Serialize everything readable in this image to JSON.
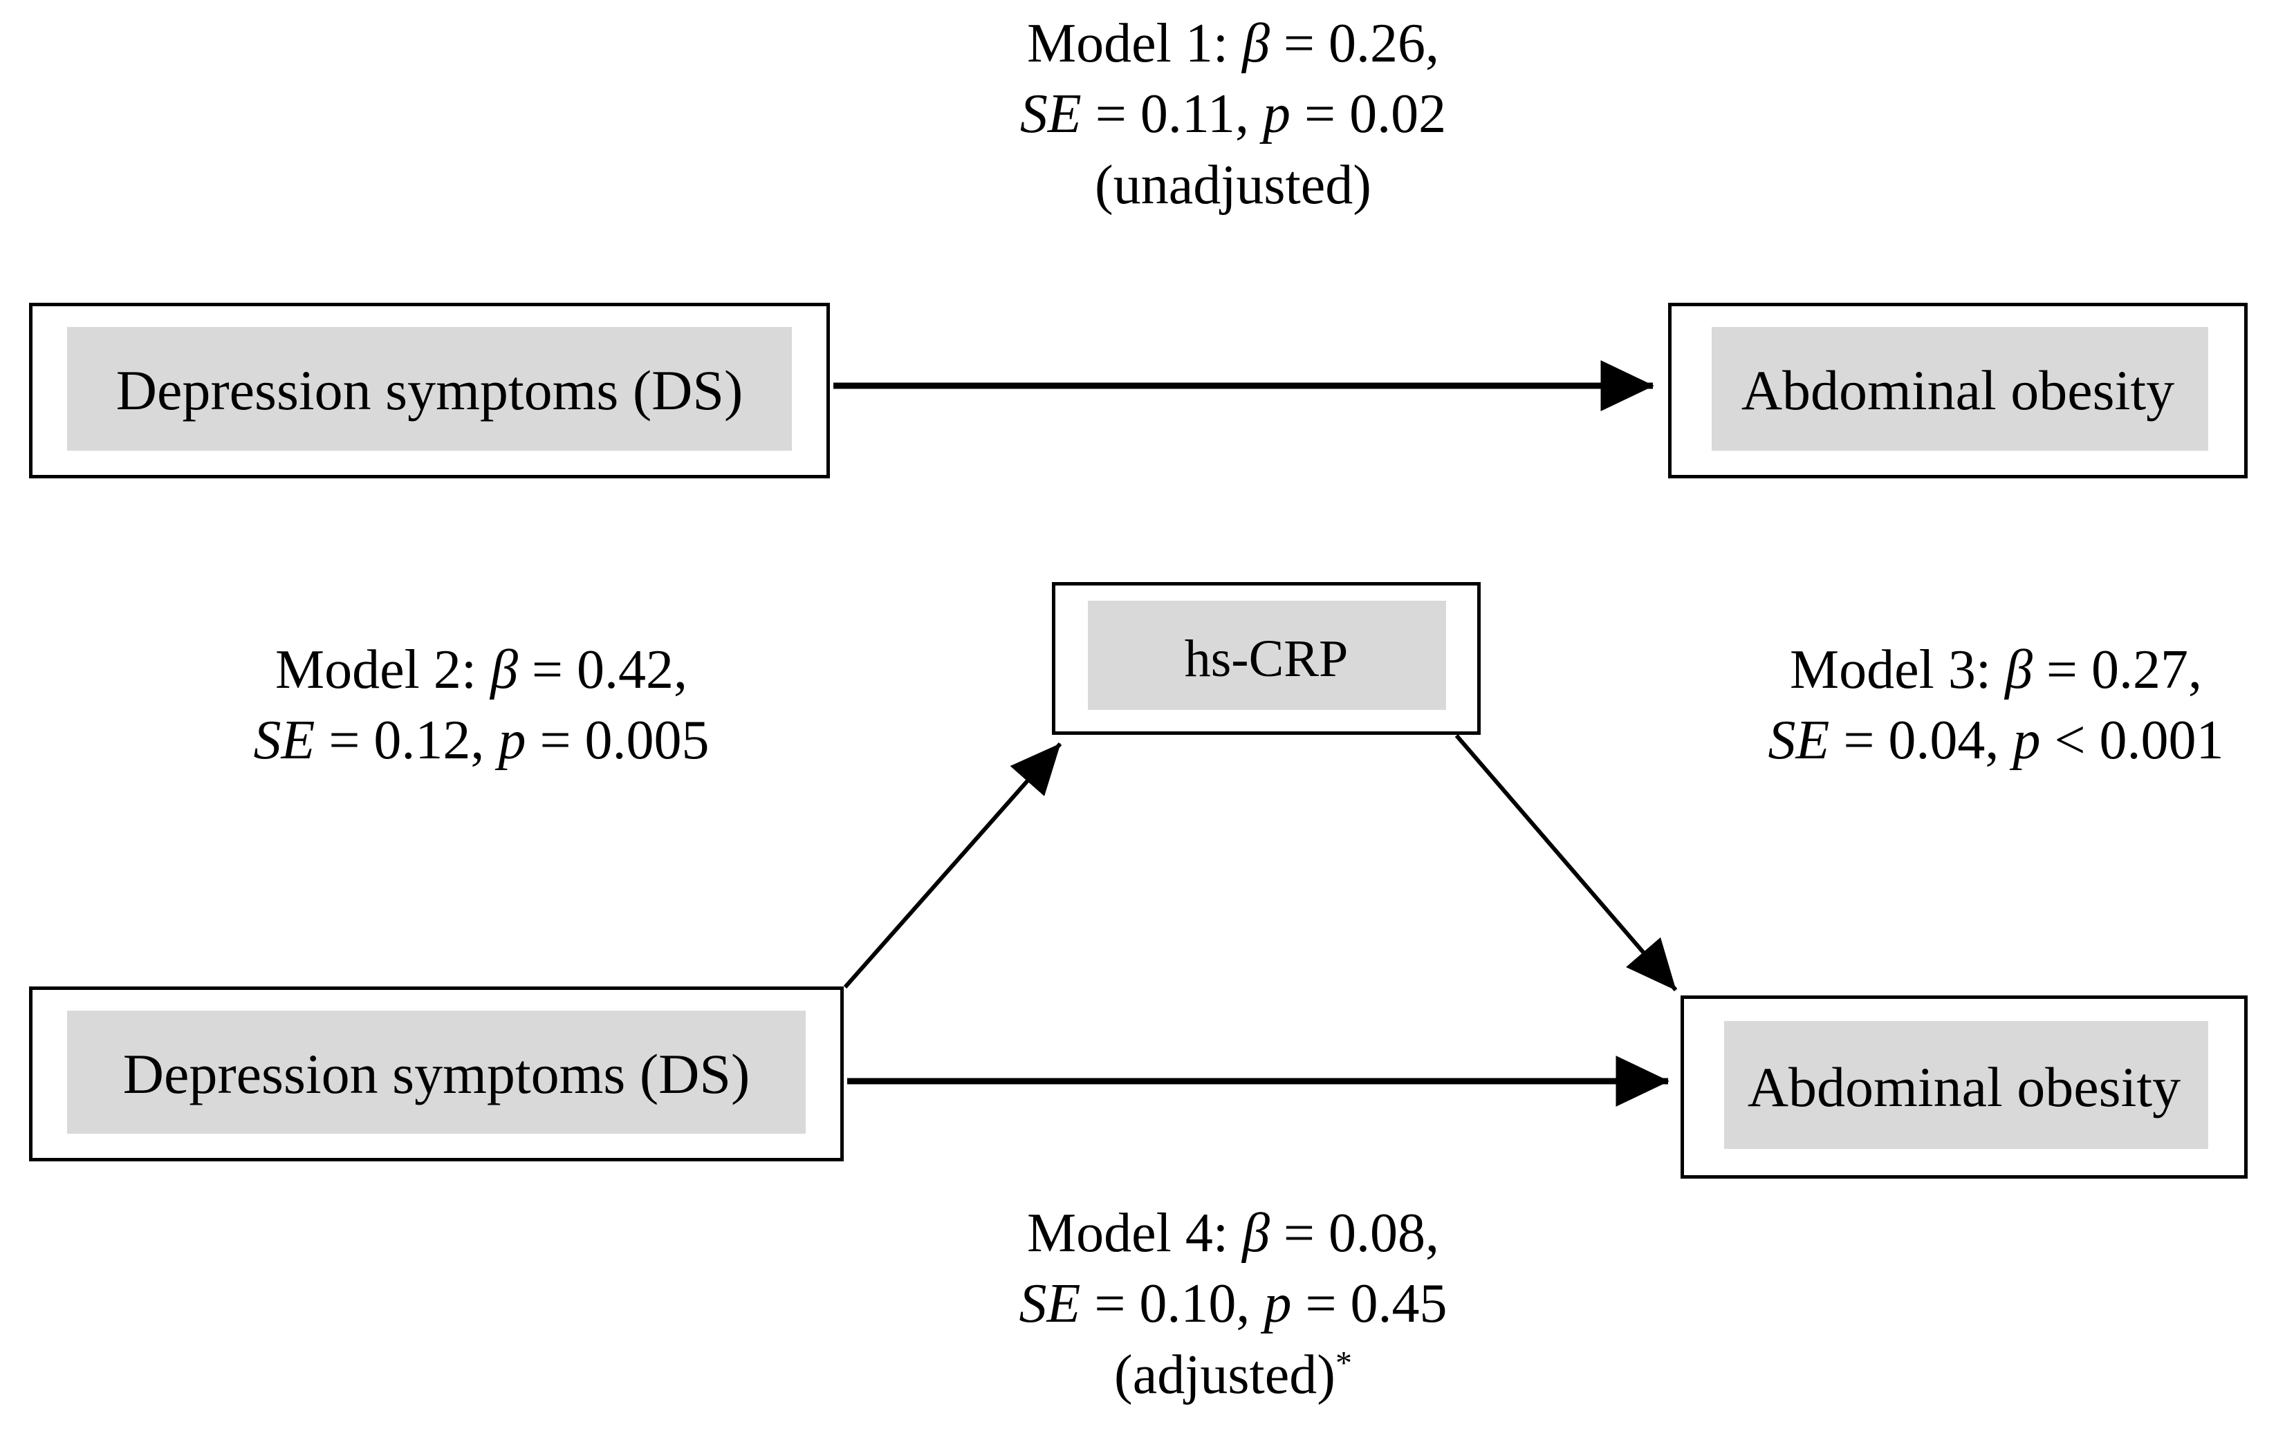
{
  "figure": {
    "type": "mediation-path-diagram",
    "background_color": "#ffffff",
    "node_fill_color": "#d9d9d9",
    "node_border_color": "#000000",
    "arrow_color": "#000000"
  },
  "nodes": {
    "ds_top": {
      "label": "Depression symptoms (DS)"
    },
    "ao_top": {
      "label": "Abdominal obesity"
    },
    "ds_bottom": {
      "label": "Depression symptoms (DS)"
    },
    "ao_bottom": {
      "label": "Abdominal obesity"
    },
    "mediator": {
      "label": "hs-CRP"
    }
  },
  "edge_labels": {
    "model1": {
      "line1_prefix": "Model 1: ",
      "line1_beta_symbol": "β",
      "line1_suffix": " = 0.26,",
      "line2_se_symbol": "SE",
      "line2_mid": " = 0.11, ",
      "line2_p_symbol": "p",
      "line2_suffix": " = 0.02",
      "line3": "(unadjusted)"
    },
    "model2": {
      "line1_prefix": "Model 2: ",
      "line1_beta_symbol": "β",
      "line1_suffix": " = 0.42,",
      "line2_se_symbol": "SE",
      "line2_mid": " = 0.12, ",
      "line2_p_symbol": "p",
      "line2_suffix": " = 0.005"
    },
    "model3": {
      "line1_prefix": "Model 3: ",
      "line1_beta_symbol": "β",
      "line1_suffix": " = 0.27,",
      "line2_se_symbol": "SE",
      "line2_mid": " = 0.04, ",
      "line2_p_symbol": "p",
      "line2_suffix": " < 0.001"
    },
    "model4": {
      "line1_prefix": "Model 4: ",
      "line1_beta_symbol": "β",
      "line1_suffix": " = 0.08,",
      "line2_se_symbol": "SE",
      "line2_mid": " = 0.10, ",
      "line2_p_symbol": "p",
      "line2_suffix": " = 0.45",
      "line3": "(adjusted)",
      "line3_superscript": "*"
    }
  },
  "paths": [
    {
      "name": "ds-to-ao-direct-unadjusted",
      "from": "ds_top",
      "to": "ao_top",
      "model": "Model 1",
      "beta": 0.26,
      "se": 0.11,
      "p": 0.02,
      "note": "unadjusted",
      "shape": "horizontal"
    },
    {
      "name": "ds-to-hscrp",
      "from": "ds_bottom",
      "to": "mediator",
      "model": "Model 2",
      "beta": 0.42,
      "se": 0.12,
      "p": 0.005,
      "shape": "diagonal-up-right"
    },
    {
      "name": "hscrp-to-ao",
      "from": "mediator",
      "to": "ao_bottom",
      "model": "Model 3",
      "beta": 0.27,
      "se": 0.04,
      "p": "< 0.001",
      "shape": "diagonal-down-right"
    },
    {
      "name": "ds-to-ao-direct-adjusted",
      "from": "ds_bottom",
      "to": "ao_bottom",
      "model": "Model 4",
      "beta": 0.08,
      "se": 0.1,
      "p": 0.45,
      "note": "adjusted*",
      "shape": "horizontal"
    }
  ]
}
